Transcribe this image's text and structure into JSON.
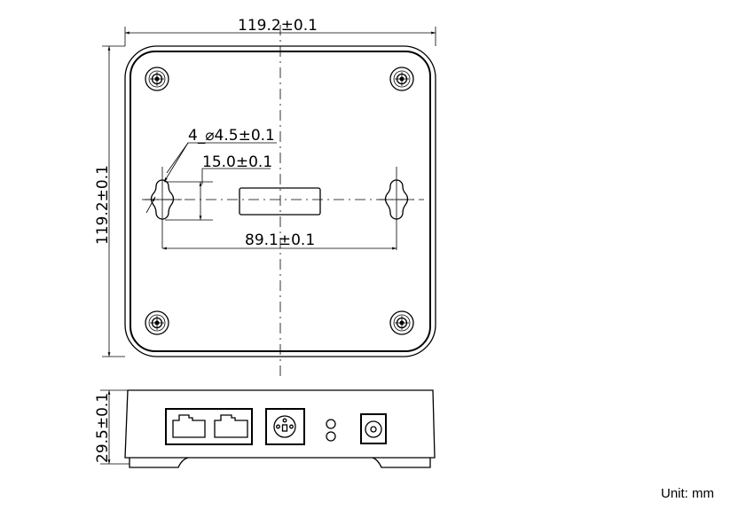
{
  "drawing": {
    "top_view": {
      "width_dimension": "119.2±0.1",
      "height_dimension": "119.2±0.1",
      "hole_callout": "4_⌀4.5±0.1",
      "keyhole_length_dimension": "15.0±0.1",
      "keyhole_spacing_dimension": "89.1±0.1"
    },
    "side_view": {
      "height_dimension": "29.5±0.1",
      "ports": [
        "rj45-port-1",
        "rj45-port-2",
        "din-connector",
        "led-indicator-1",
        "led-indicator-2",
        "dc-power-jack"
      ]
    },
    "unit_label": "Unit: mm"
  }
}
